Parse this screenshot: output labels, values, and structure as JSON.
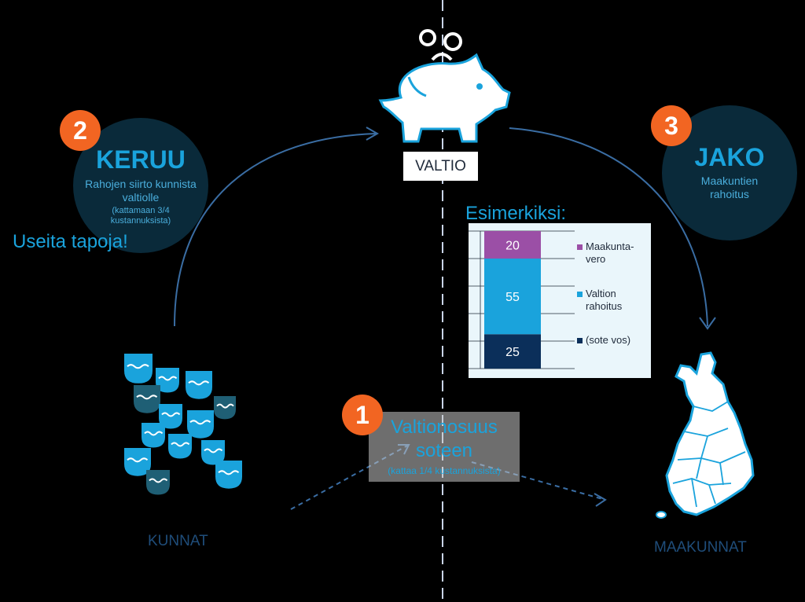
{
  "keruu": {
    "number": "2",
    "title": "KERUU",
    "subtitle": "Rahojen siirto kunnista valtiolle",
    "note": "(kattamaan 3/4 kustannuksista)",
    "extra": "Useita tapoja!"
  },
  "jako": {
    "number": "3",
    "title": "JAKO",
    "subtitle": "Maakuntien rahoitus"
  },
  "valtio": {
    "label": "VALTIO"
  },
  "valtionosuus": {
    "number": "1",
    "title_line1": "Valtionosuus",
    "title_line2": "soteen",
    "note": "(kattaa 1/4 kustannuksista)"
  },
  "kunnat": {
    "label": "KUNNAT"
  },
  "maakunnat": {
    "label": "MAAKUNNAT"
  },
  "example": {
    "label": "Esimerkiksi:"
  },
  "chart_data": {
    "type": "bar",
    "stacked": true,
    "categories": [
      ""
    ],
    "series": [
      {
        "name": "(sote vos)",
        "values": [
          25
        ],
        "color": "#0b2f5a"
      },
      {
        "name": "Valtion rahoitus",
        "values": [
          55
        ],
        "color": "#1aa3dc"
      },
      {
        "name": "Maakunta-vero",
        "values": [
          20
        ],
        "color": "#9b4fa6"
      }
    ],
    "data_labels": [
      "25",
      "55",
      "20"
    ],
    "legend_lines": [
      [
        "Maakunta-",
        "vero"
      ],
      [
        "Valtion",
        "rahoitus"
      ],
      [
        "(sote vos)"
      ]
    ],
    "ylim": [
      0,
      100
    ],
    "legend": "right",
    "grid": true
  },
  "colors": {
    "accent_orange": "#f26522",
    "accent_blue": "#1aa3dc",
    "arrow_blue": "#3a6da3",
    "dark_circle": "#0a2a3a"
  },
  "icons": {
    "piggy": "piggy-bank-icon",
    "finland": "finland-map-icon",
    "buckets": "bucket-icon"
  }
}
